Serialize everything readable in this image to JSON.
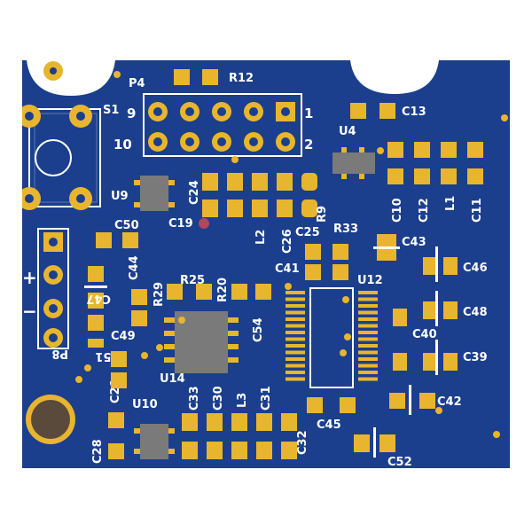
{
  "colors": {
    "board": "#1b3f8c",
    "copper": "#e8b52e",
    "silk": "#ffffff",
    "ic_body": "#7a7a7a",
    "hole": "#5a4a3c"
  },
  "labels": {
    "p4": "P4",
    "r12": "R12",
    "s1": "S1",
    "pin1": "1",
    "pin2": "2",
    "pin9": "9",
    "pin10": "10",
    "c13": "C13",
    "u4": "U4",
    "u9": "U9",
    "c24": "C24",
    "r9": "R9",
    "c10": "C10",
    "c12": "C12",
    "l1": "L1",
    "c11": "C11",
    "c50": "C50",
    "c19": "C19",
    "l2": "L2",
    "c26": "C26",
    "c25": "C25",
    "r33": "R33",
    "c43": "C43",
    "c44": "C44",
    "c41": "C41",
    "c46": "C46",
    "r29": "R29",
    "r25": "R25",
    "r20": "R20",
    "u12": "U12",
    "c47": "C47",
    "c54": "C54",
    "c48": "C48",
    "c49": "C49",
    "c40": "C40",
    "c39": "C39",
    "p8": "P8",
    "c51": "C51",
    "u14": "U14",
    "c29": "C29",
    "c33": "C33",
    "c30": "C30",
    "l3": "L3",
    "c31": "C31",
    "c42": "C42",
    "u10": "U10",
    "c45": "C45",
    "c28": "C28",
    "c32": "C32",
    "c52": "C52",
    "plus": "+",
    "minus": "−"
  }
}
